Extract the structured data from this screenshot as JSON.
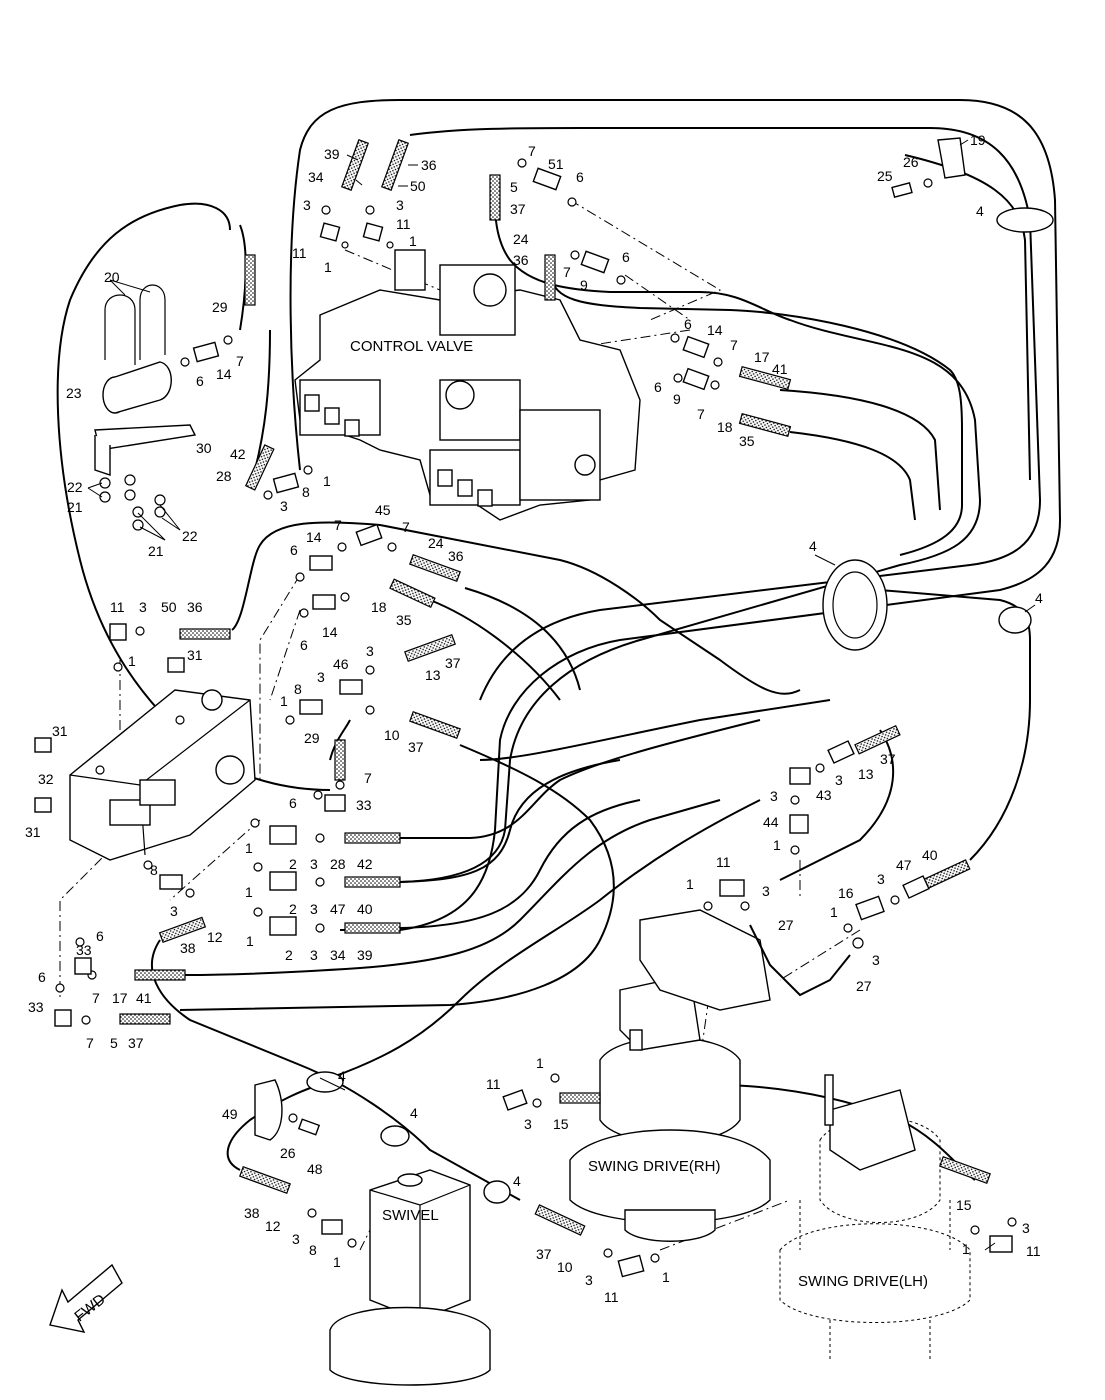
{
  "captions": {
    "control_valve": "CONTROL VALVE",
    "swing_drive_rh": "SWING DRIVE(RH)",
    "swing_drive_lh": "SWING DRIVE(LH)",
    "swivel": "SWIVEL",
    "fwd": "FWD"
  },
  "callouts": [
    "39",
    "36",
    "34",
    "50",
    "3",
    "3",
    "11",
    "11",
    "1",
    "1",
    "7",
    "51",
    "6",
    "5",
    "37",
    "19",
    "26",
    "25",
    "4",
    "24",
    "36",
    "7",
    "9",
    "6",
    "29",
    "20",
    "7",
    "6",
    "14",
    "23",
    "30",
    "22",
    "21",
    "22",
    "21",
    "6",
    "14",
    "7",
    "17",
    "41",
    "6",
    "9",
    "7",
    "18",
    "35",
    "42",
    "28",
    "3",
    "8",
    "1",
    "14",
    "7",
    "45",
    "7",
    "24",
    "36",
    "6",
    "11",
    "3",
    "50",
    "36",
    "18",
    "35",
    "14",
    "6",
    "1",
    "31",
    "46",
    "3",
    "13",
    "37",
    "8",
    "3",
    "1",
    "10",
    "37",
    "31",
    "32",
    "29",
    "7",
    "6",
    "33",
    "31",
    "2",
    "3",
    "28",
    "42",
    "1",
    "2",
    "3",
    "47",
    "40",
    "1",
    "2",
    "3",
    "34",
    "39",
    "1",
    "8",
    "3",
    "12",
    "38",
    "6",
    "33",
    "6",
    "7",
    "17",
    "41",
    "33",
    "7",
    "5",
    "37",
    "4",
    "4",
    "13",
    "37",
    "43",
    "3",
    "3",
    "44",
    "1",
    "11",
    "1",
    "3",
    "47",
    "40",
    "16",
    "3",
    "1",
    "3",
    "27",
    "27",
    "1",
    "11",
    "3",
    "15",
    "49",
    "26",
    "48",
    "4",
    "4",
    "38",
    "12",
    "3",
    "8",
    "1",
    "37",
    "10",
    "3",
    "11",
    "1",
    "15",
    "3",
    "1",
    "11",
    "4"
  ]
}
